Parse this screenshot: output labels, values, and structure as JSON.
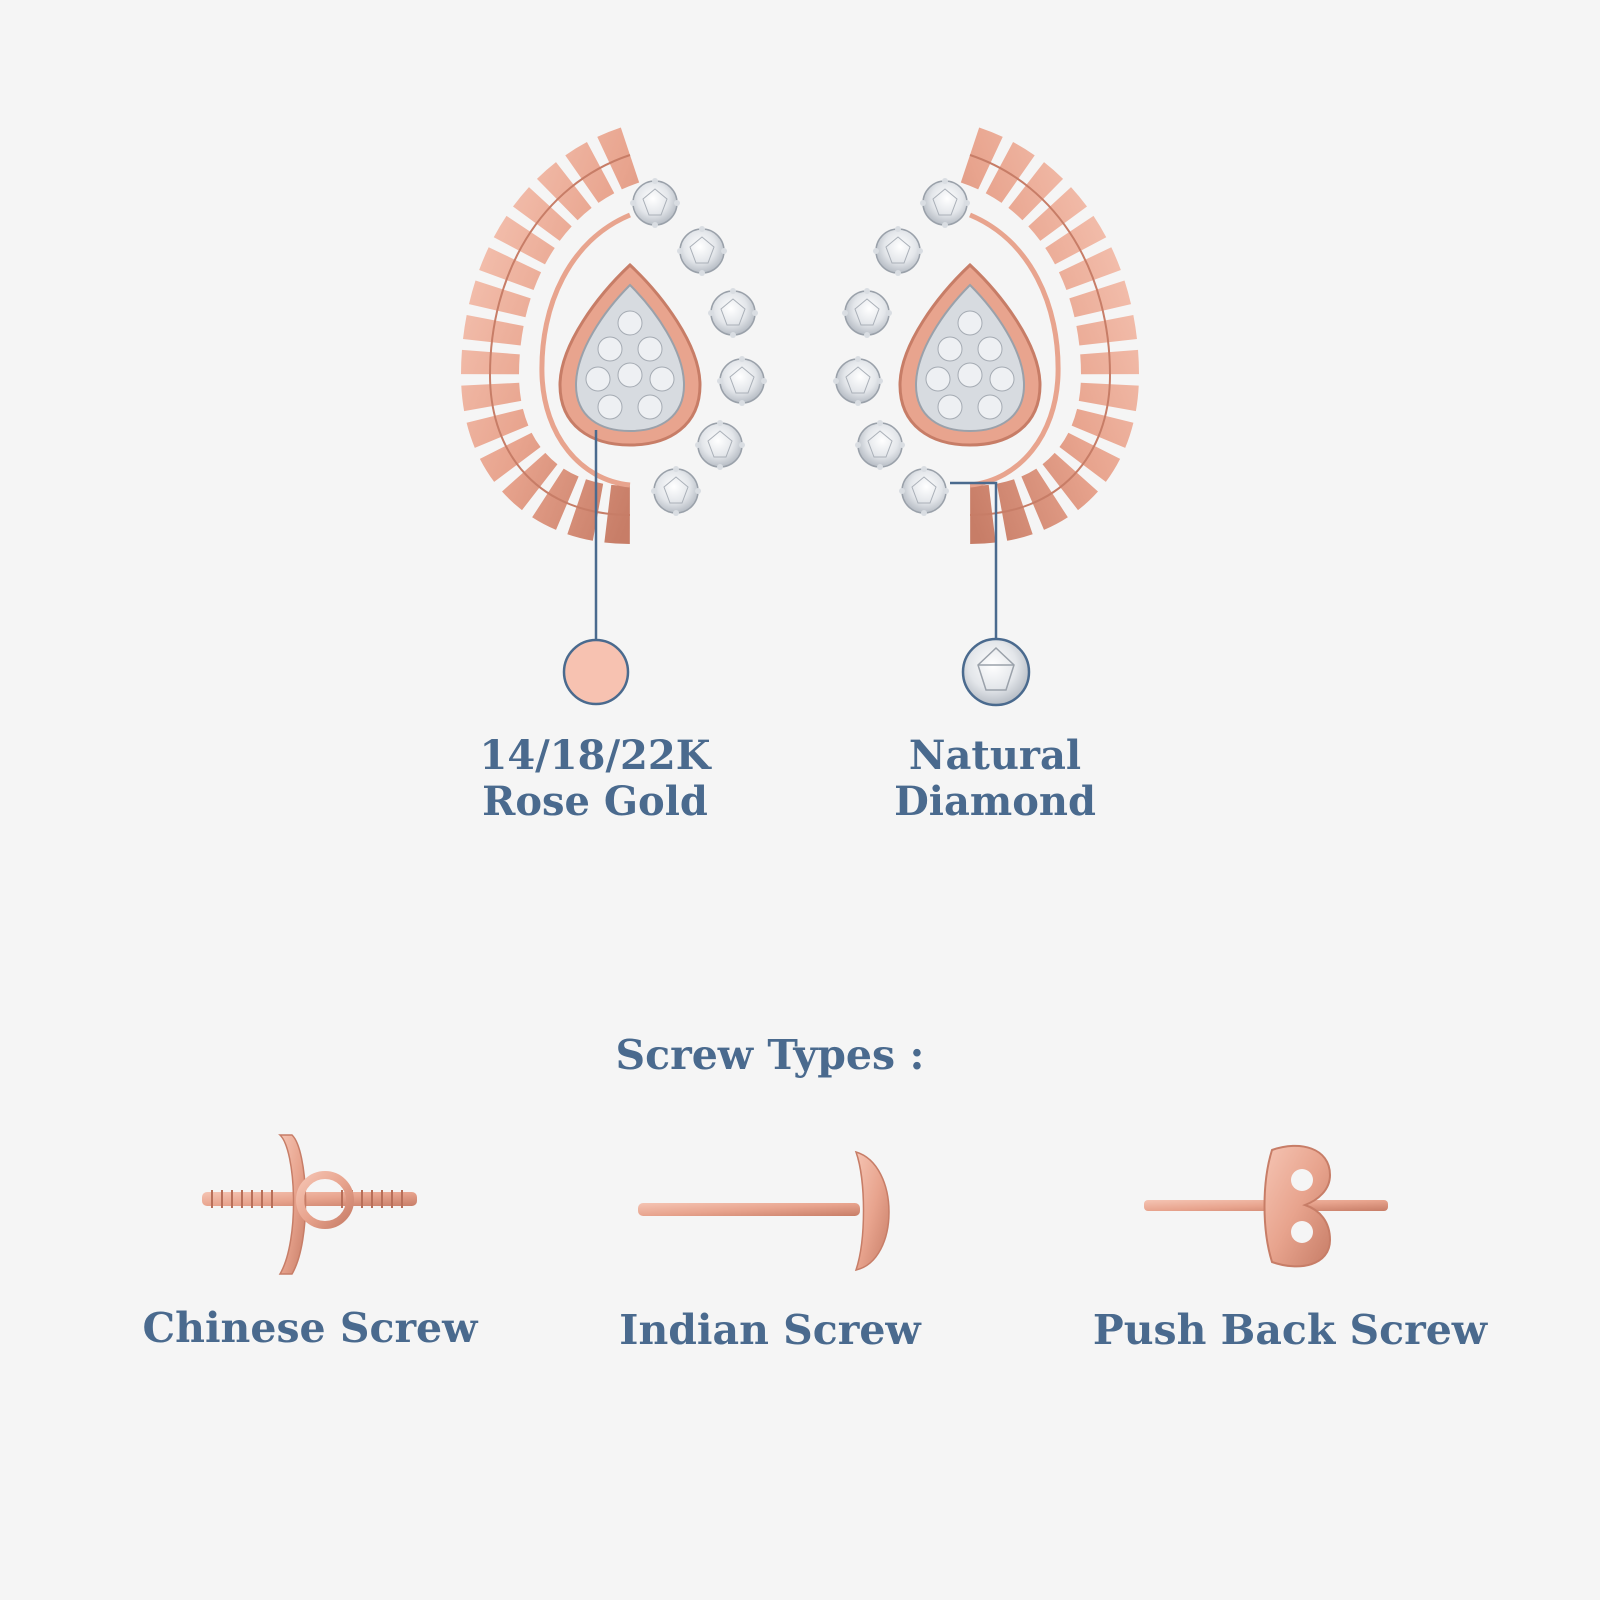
{
  "materials": {
    "gold": {
      "line1": "14/18/22K",
      "line2": "Rose Gold",
      "swatch_color": "#f7c2b1"
    },
    "diamond": {
      "line1": "Natural",
      "line2": "Diamond"
    }
  },
  "screws": {
    "heading": "Screw Types :",
    "items": [
      {
        "label": "Chinese Screw",
        "icon": "chinese-screw-icon"
      },
      {
        "label": "Indian Screw",
        "icon": "indian-screw-icon"
      },
      {
        "label": "Push Back Screw",
        "icon": "push-back-screw-icon"
      }
    ]
  },
  "colors": {
    "text": "#4a6a8e",
    "rose_gold": "#e8a48e",
    "rose_gold_dark": "#c77d67",
    "leader_line": "#4a6a8e",
    "background": "#f5f5f5"
  }
}
